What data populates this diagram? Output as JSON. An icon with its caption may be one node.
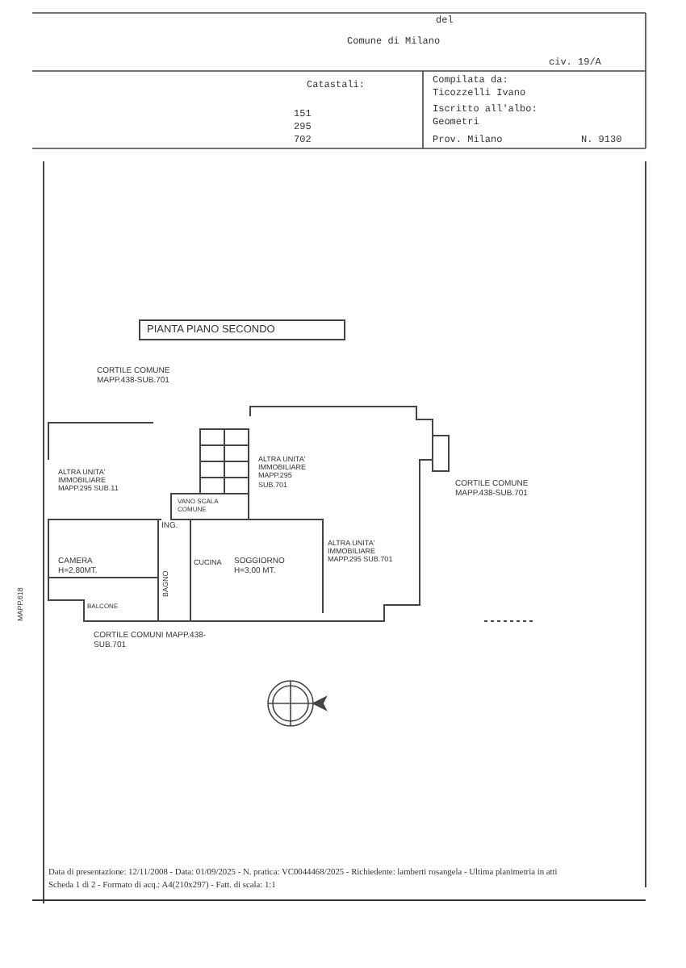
{
  "diagram": {
    "nodes": [
      {
        "text": [
          "PIANTA PIANO SECONDO"
        ]
      }
    ],
    "edges": [],
    "labels": [
      "del",
      "Comune di Milano",
      "civ. 19/A",
      "Catastali:",
      "151",
      "295",
      "702",
      "Compilata da:",
      "Ticozzelli Ivano",
      "Iscritto all'albo:",
      "Geometri",
      "Prov. Milano",
      "N. 9130",
      "CORTILE COMUNE MAPP.438-SUB.701",
      "ALTRA UNITA' IMMOBILIARE MAPP.295 SUB.11",
      "ALTRA UNITA' IMMOBILIARE MAPP.295 SUB.701",
      "VANO SCALA COMUNE",
      "CORTILE COMUNE MAPP.438-SUB.701",
      "ING.",
      "ALTRA UNITA' IMMOBILIARE MAPP.295 SUB.701",
      "CAMERA H=2,80MT.",
      "BAGNO",
      "CUCINA",
      "SOGGIORNO H=3,00 MT.",
      "BALCONE",
      "CORTILE COMUNI MAPP.438-SUB.701",
      "MAPP.618",
      "Data di presentazione: 12/11/2008 - Data: 01/09/2025 - N. pratica: VC0044468/2025 - Richiedente: lamberti rosangela - Ultima planimetria in atti",
      "Scheda 1 di 2 - Formato di acq.: A4(210x297) - Fatt. di scala: 1:1"
    ]
  }
}
